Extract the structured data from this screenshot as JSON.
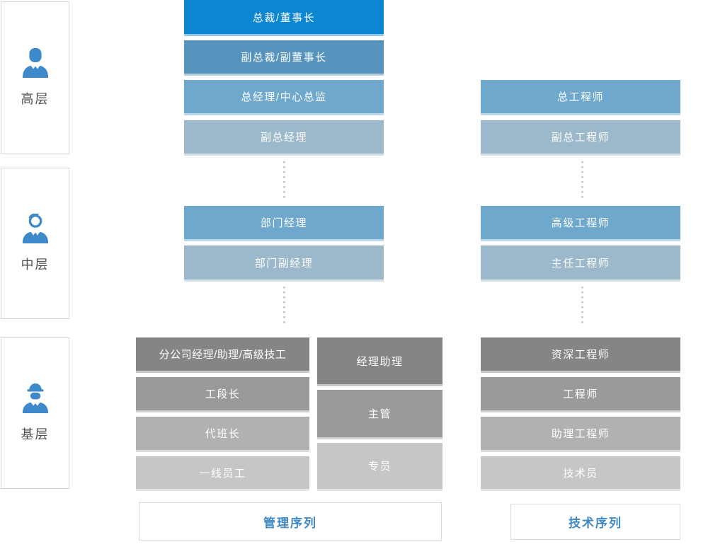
{
  "levels": [
    {
      "label": "高层",
      "icon": "executive-icon"
    },
    {
      "label": "中层",
      "icon": "middle-manager-icon"
    },
    {
      "label": "基层",
      "icon": "worker-icon"
    }
  ],
  "management": {
    "senior": [
      "总裁/董事长",
      "副总裁/副董事长",
      "总经理/中心总监",
      "副总经理"
    ],
    "middle": [
      "部门经理",
      "部门副经理"
    ],
    "base_line": [
      "分公司经理/助理/高级技工",
      "工段长",
      "代班长",
      "一线员工"
    ],
    "base_staff": [
      "经理助理",
      "主管",
      "专员"
    ],
    "footer": "管理序列"
  },
  "technical": {
    "senior": [
      "总工程师",
      "副总工程师"
    ],
    "middle": [
      "高级工程师",
      "主任工程师"
    ],
    "base": [
      "资深工程师",
      "工程师",
      "助理工程师",
      "技术员"
    ],
    "footer": "技术序列"
  },
  "colors": {
    "primary_blue": "#0c86d0",
    "steel_blue": "#5694bd",
    "medium_blue": "#6ea9cd",
    "light_blue": "#9cb9cb",
    "dark_gray": "#858585",
    "medium_gray": "#9a9a9a",
    "light_gray": "#b1b1b1",
    "lighter_gray": "#c6c6c6",
    "accent_text": "#3e88c3",
    "icon_blue": "#3d89c9",
    "dot_gray": "#c9c9c9"
  }
}
